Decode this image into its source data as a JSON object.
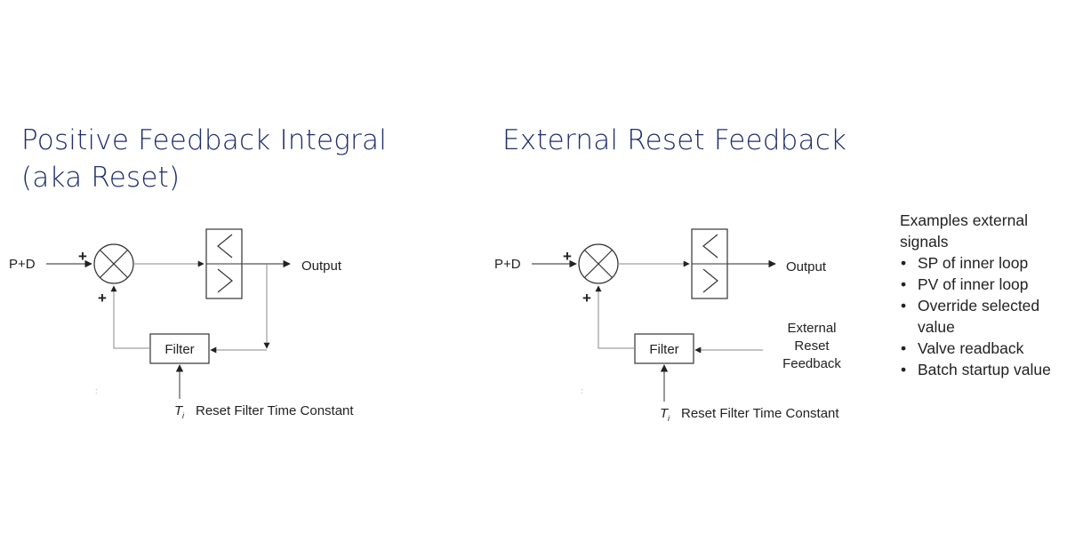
{
  "left_panel": {
    "title_line1": "Positive Feedback Integral",
    "title_line2": "(aka Reset)",
    "input_label": "P+D",
    "plus_top": "+",
    "plus_bottom": "+",
    "output_label": "Output",
    "filter_label": "Filter",
    "time_constant_symbol": "T",
    "time_constant_subscript": "i",
    "time_constant_label": "Reset Filter Time Constant"
  },
  "right_panel": {
    "title": "External Reset Feedback",
    "input_label": "P+D",
    "plus_top": "+",
    "plus_bottom": "+",
    "output_label": "Output",
    "filter_label": "Filter",
    "external_line1": "External",
    "external_line2": "Reset",
    "external_line3": "Feedback",
    "time_constant_symbol": "T",
    "time_constant_subscript": "i",
    "time_constant_label": "Reset Filter Time Constant"
  },
  "examples": {
    "title": "Examples external signals",
    "items": [
      "SP of inner loop",
      "PV of inner loop",
      "Override selected value",
      "Valve readback",
      "Batch startup value"
    ]
  },
  "colors": {
    "title": "#1f2d6b",
    "text": "#222222",
    "line": "#555555"
  }
}
